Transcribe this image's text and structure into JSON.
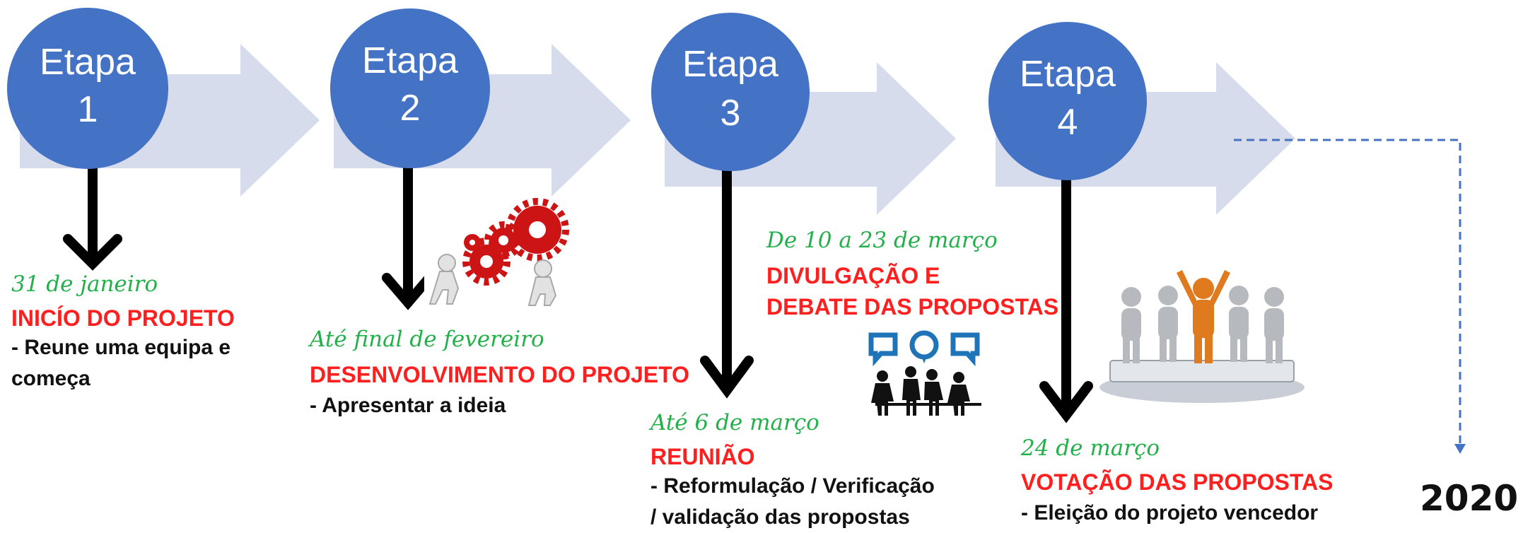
{
  "stages": [
    {
      "label": "Etapa",
      "number": "1",
      "date": "31 de janeiro",
      "title": "INICÍO DO PROJETO",
      "desc_line1": "- Reune uma equipa e",
      "desc_line2": "começa"
    },
    {
      "label": "Etapa",
      "number": "2",
      "date": "Até final de fevereiro",
      "title": "DESENVOLVIMENTO DO PROJETO",
      "desc_line1": "- Apresentar a ideia"
    },
    {
      "label": "Etapa",
      "number": "3",
      "date": "Até 6 de março",
      "title": "REUNIÃO",
      "desc_line1": "- Reformulação / Verificação",
      "desc_line2": "/ validação das propostas"
    },
    {
      "label": "Etapa",
      "number": "4",
      "date": "24 de março",
      "title": "VOTAÇÃO DAS PROPOSTAS",
      "desc_line1": "- Eleição do projeto vencedor"
    }
  ],
  "callout": {
    "date": "De 10 a 23 de março",
    "title_line1": "DIVULGAÇÃO E",
    "title_line2": "DEBATE DAS PROPOSTAS"
  },
  "year": "2020",
  "colors": {
    "circle": "#4472c4",
    "arrow": "#d6dcec",
    "date_green": "#23b04b",
    "title_red": "#ff1f1f",
    "dashed_line": "#4472c4"
  },
  "icons": [
    "gears-icon",
    "discussion-group-icon",
    "team-puzzle-icon"
  ]
}
